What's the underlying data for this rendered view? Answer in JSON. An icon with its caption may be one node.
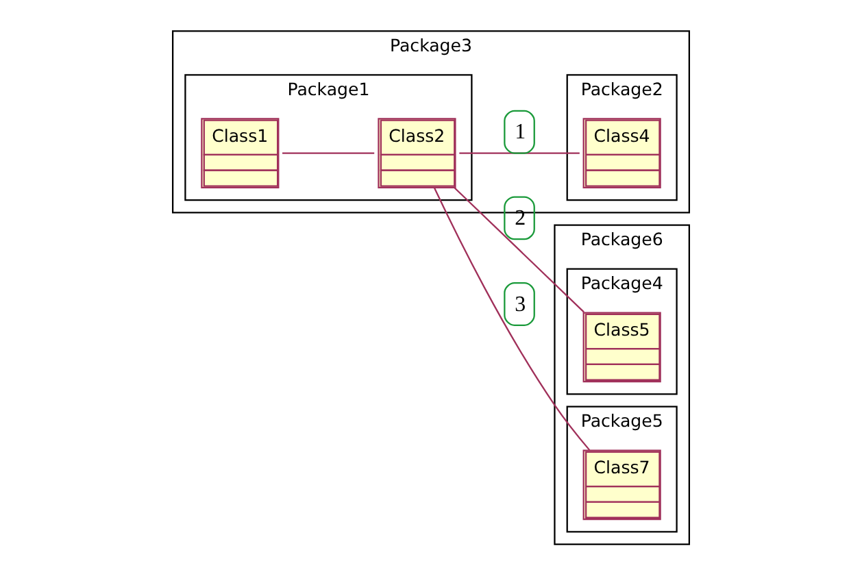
{
  "diagram": {
    "nodes": [
      {
        "text": [
          "Package3"
        ]
      },
      {
        "text": [
          "Package1"
        ],
        "in": 0
      },
      {
        "text": [
          "Class1"
        ],
        "in": 1
      },
      {
        "text": [
          "Class2"
        ],
        "in": 1
      },
      {
        "text": [
          "Package2"
        ],
        "in": 0
      },
      {
        "text": [
          "Class4"
        ],
        "in": 4
      },
      {
        "text": [
          "Package6"
        ]
      },
      {
        "text": [
          "Package4"
        ],
        "in": 6
      },
      {
        "text": [
          "Class5"
        ],
        "in": 7
      },
      {
        "text": [
          "Package5"
        ],
        "in": 6
      },
      {
        "text": [
          "Class7"
        ],
        "in": 9
      }
    ],
    "edges": [
      {
        "from": 2,
        "to": 3,
        "arrow": "none"
      },
      {
        "from": 3,
        "to": 8,
        "arrow": "none",
        "label": "2"
      },
      {
        "from": 3,
        "to": 5,
        "arrow": "none",
        "label": "1"
      },
      {
        "from": 3,
        "to": 10,
        "arrow": "none",
        "label": "3"
      }
    ]
  }
}
